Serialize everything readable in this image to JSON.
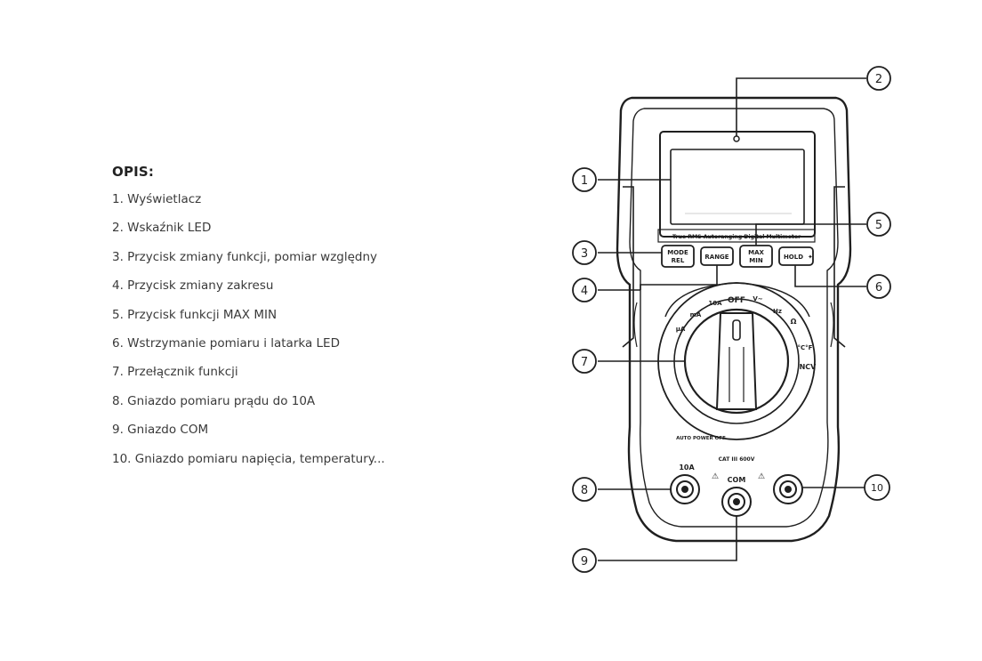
{
  "description": {
    "heading": "OPIS:",
    "items": [
      "1. Wyświetlacz",
      "2. Wskaźnik LED",
      "3. Przycisk zmiany funkcji, pomiar względny",
      "4. Przycisk zmiany zakresu",
      "5. Przycisk funkcji MAX MIN",
      "6. Wstrzymanie pomiaru i latarka LED",
      "7. Przełącznik funkcji",
      "8. Gniazdo pomiaru prądu do 10A",
      "9. Gniazdo COM",
      "10. Gniazdo pomiaru napięcia, temperatury..."
    ]
  },
  "diagram": {
    "callouts": [
      "1",
      "2",
      "3",
      "4",
      "5",
      "6",
      "7",
      "8",
      "9",
      "10"
    ],
    "device_title": "True RMS Autoranging Digital Multimeter",
    "buttons": {
      "mode_line1": "MODE",
      "mode_line2": "REL",
      "range": "RANGE",
      "maxmin_line1": "MAX",
      "maxmin_line2": "MIN",
      "hold": "HOLD"
    },
    "dial": {
      "off": "OFF",
      "v_ac": "V~",
      "hz": "Hz",
      "ten_a": "10A",
      "ma": "mA",
      "ua": "µA",
      "ohm": "Ω",
      "temp": "°C°F",
      "ncv": "NCV"
    },
    "auto_power_off": "AUTO POWER OFF",
    "jacks": {
      "ten_a": "10A",
      "com": "COM",
      "cat": "CAT III 600V"
    }
  }
}
